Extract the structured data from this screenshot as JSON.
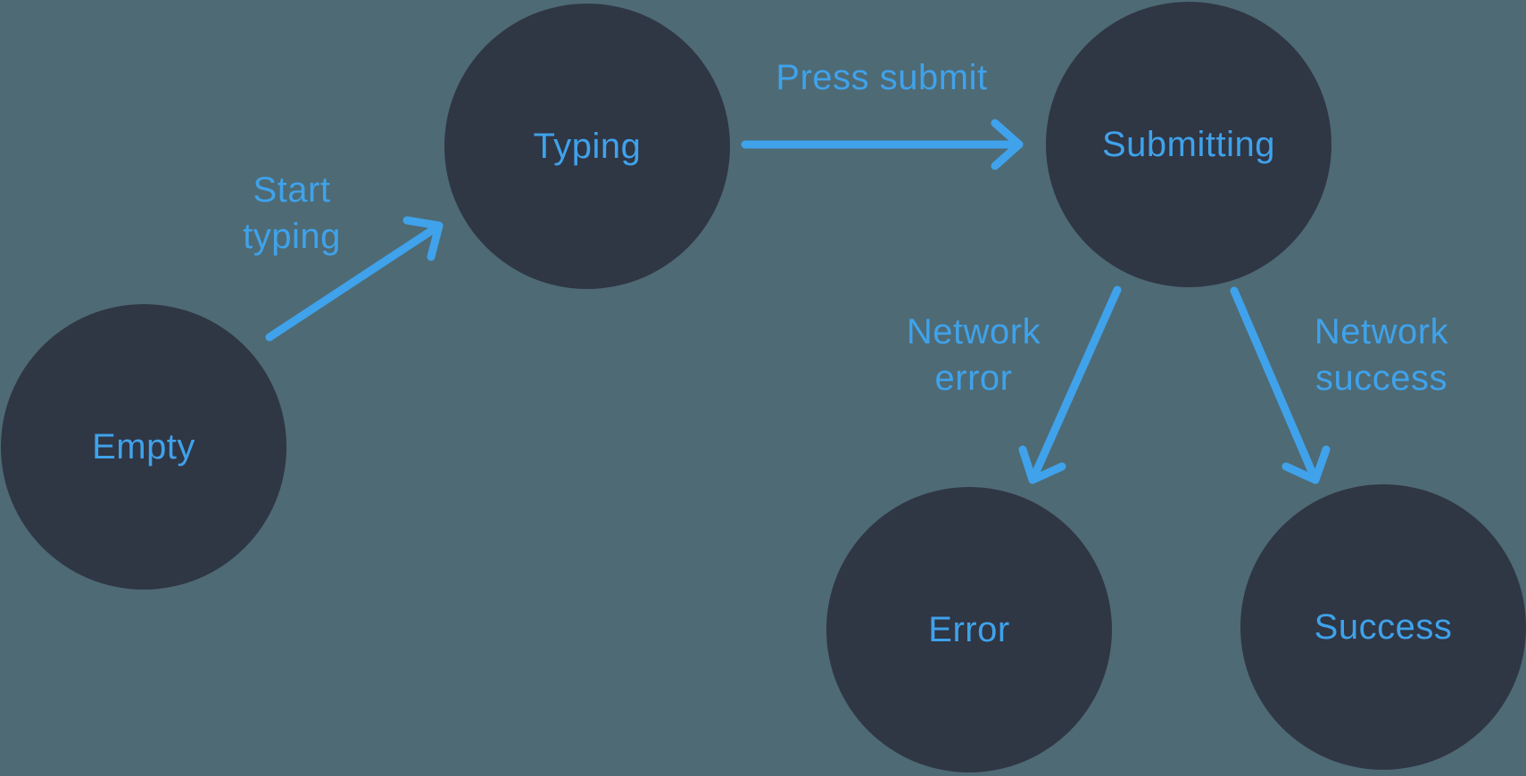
{
  "diagram": {
    "type": "state-machine",
    "nodes": [
      {
        "id": "empty",
        "label": "Empty"
      },
      {
        "id": "typing",
        "label": "Typing"
      },
      {
        "id": "submitting",
        "label": "Submitting"
      },
      {
        "id": "error",
        "label": "Error"
      },
      {
        "id": "success",
        "label": "Success"
      }
    ],
    "edges": [
      {
        "from": "empty",
        "to": "typing",
        "label": "Start typing"
      },
      {
        "from": "typing",
        "to": "submitting",
        "label": "Press submit"
      },
      {
        "from": "submitting",
        "to": "error",
        "label": "Network error"
      },
      {
        "from": "submitting",
        "to": "success",
        "label": "Network success"
      }
    ]
  },
  "colors": {
    "background": "#4E6A74",
    "node_fill": "#2F3644",
    "accent": "#3FA2EB"
  }
}
